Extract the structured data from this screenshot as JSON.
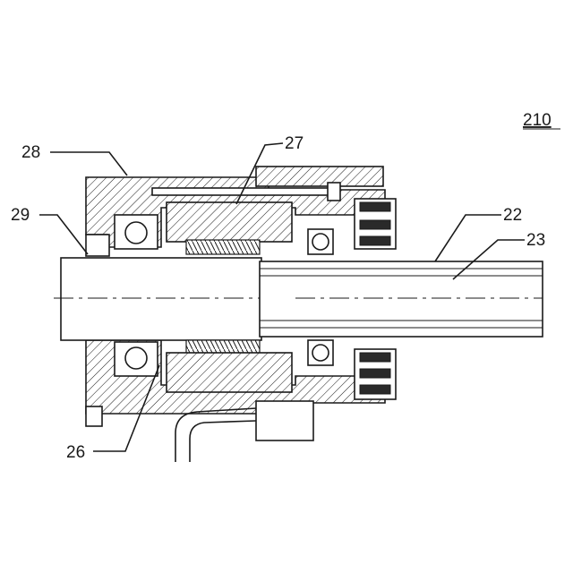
{
  "figure_label": "210",
  "reference_labels": {
    "r22": "22",
    "r23": "23",
    "r26": "26",
    "r27": "27",
    "r28": "28",
    "r29": "29"
  },
  "colors": {
    "line": "#1a1a1a",
    "background": "#ffffff"
  }
}
